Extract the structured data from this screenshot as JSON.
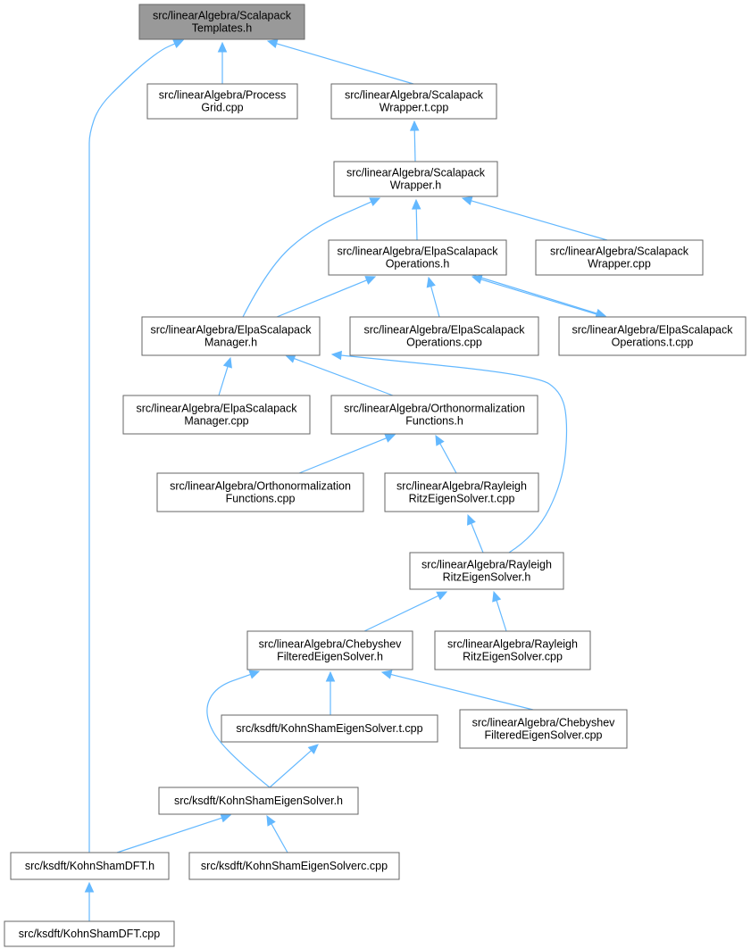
{
  "graph": {
    "colors": {
      "edge": "#63b8ff",
      "root_fill": "#999999",
      "node_fill": "#ffffff",
      "node_border": "#666666"
    },
    "nodes": [
      {
        "id": "n0",
        "lines": [
          "src/linearAlgebra/Scalapack",
          "Templates.h"
        ],
        "highlighted": true
      },
      {
        "id": "n1",
        "lines": [
          "src/linearAlgebra/Process",
          "Grid.cpp"
        ]
      },
      {
        "id": "n2",
        "lines": [
          "src/linearAlgebra/Scalapack",
          "Wrapper.t.cpp"
        ]
      },
      {
        "id": "n3",
        "lines": [
          "src/linearAlgebra/Scalapack",
          "Wrapper.h"
        ]
      },
      {
        "id": "n4",
        "lines": [
          "src/linearAlgebra/ElpaScalapack",
          "Operations.h"
        ]
      },
      {
        "id": "n5",
        "lines": [
          "src/linearAlgebra/Scalapack",
          "Wrapper.cpp"
        ]
      },
      {
        "id": "n6",
        "lines": [
          "src/linearAlgebra/ElpaScalapack",
          "Manager.h"
        ]
      },
      {
        "id": "n7",
        "lines": [
          "src/linearAlgebra/ElpaScalapack",
          "Operations.cpp"
        ]
      },
      {
        "id": "n8",
        "lines": [
          "src/linearAlgebra/ElpaScalapack",
          "Operations.t.cpp"
        ]
      },
      {
        "id": "n9",
        "lines": [
          "src/linearAlgebra/ElpaScalapack",
          "Manager.cpp"
        ]
      },
      {
        "id": "n10",
        "lines": [
          "src/linearAlgebra/Orthonormalization",
          "Functions.h"
        ]
      },
      {
        "id": "n11",
        "lines": [
          "src/linearAlgebra/Orthonormalization",
          "Functions.cpp"
        ]
      },
      {
        "id": "n12",
        "lines": [
          "src/linearAlgebra/Rayleigh",
          "RitzEigenSolver.t.cpp"
        ]
      },
      {
        "id": "n13",
        "lines": [
          "src/linearAlgebra/Rayleigh",
          "RitzEigenSolver.h"
        ]
      },
      {
        "id": "n14",
        "lines": [
          "src/linearAlgebra/Chebyshev",
          "FilteredEigenSolver.h"
        ]
      },
      {
        "id": "n15",
        "lines": [
          "src/linearAlgebra/Rayleigh",
          "RitzEigenSolver.cpp"
        ]
      },
      {
        "id": "n16",
        "lines": [
          "src/ksdft/KohnShamEigenSolver.t.cpp"
        ]
      },
      {
        "id": "n17",
        "lines": [
          "src/linearAlgebra/Chebyshev",
          "FilteredEigenSolver.cpp"
        ]
      },
      {
        "id": "n18",
        "lines": [
          "src/ksdft/KohnShamEigenSolver.h"
        ]
      },
      {
        "id": "n19",
        "lines": [
          "src/ksdft/KohnShamDFT.h"
        ]
      },
      {
        "id": "n20",
        "lines": [
          "src/ksdft/KohnShamEigenSolverc.cpp"
        ]
      },
      {
        "id": "n21",
        "lines": [
          "src/ksdft/KohnShamDFT.cpp"
        ]
      }
    ],
    "edges": [
      {
        "from": "n1",
        "to": "n0"
      },
      {
        "from": "n2",
        "to": "n0"
      },
      {
        "from": "n19",
        "to": "n0"
      },
      {
        "from": "n3",
        "to": "n2"
      },
      {
        "from": "n4",
        "to": "n3"
      },
      {
        "from": "n5",
        "to": "n3"
      },
      {
        "from": "n6",
        "to": "n3"
      },
      {
        "from": "n6",
        "to": "n4"
      },
      {
        "from": "n7",
        "to": "n4"
      },
      {
        "from": "n8",
        "to": "n4"
      },
      {
        "from": "n4",
        "to": "n8"
      },
      {
        "from": "n9",
        "to": "n6"
      },
      {
        "from": "n10",
        "to": "n6"
      },
      {
        "from": "n13",
        "to": "n6"
      },
      {
        "from": "n11",
        "to": "n10"
      },
      {
        "from": "n12",
        "to": "n10"
      },
      {
        "from": "n13",
        "to": "n12"
      },
      {
        "from": "n14",
        "to": "n13"
      },
      {
        "from": "n15",
        "to": "n13"
      },
      {
        "from": "n16",
        "to": "n14"
      },
      {
        "from": "n17",
        "to": "n14"
      },
      {
        "from": "n18",
        "to": "n14"
      },
      {
        "from": "n18",
        "to": "n16"
      },
      {
        "from": "n19",
        "to": "n18"
      },
      {
        "from": "n20",
        "to": "n18"
      },
      {
        "from": "n21",
        "to": "n19"
      }
    ]
  }
}
